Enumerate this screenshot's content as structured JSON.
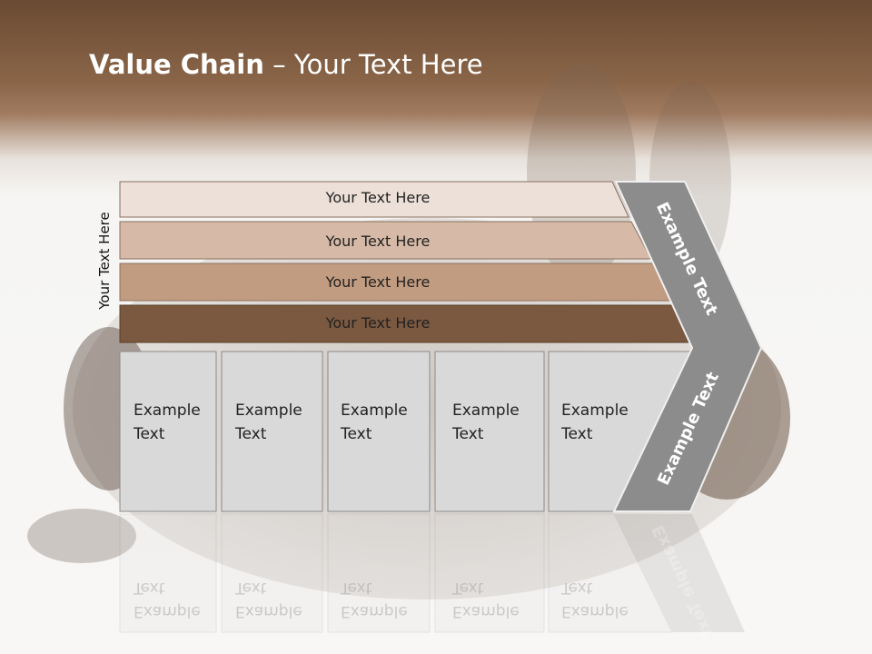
{
  "slide": {
    "title_bold": "Value Chain",
    "title_rest": " – Your Text Here",
    "vertical_label": "Your Text Here"
  },
  "bars": [
    {
      "label": "Your Text Here",
      "color": "#ece0d8"
    },
    {
      "label": "Your Text Here",
      "color": "#d6b9a6"
    },
    {
      "label": "Your Text Here",
      "color": "#c29c80"
    },
    {
      "label": "Your Text Here",
      "color": "#7b5840"
    }
  ],
  "cells": [
    {
      "line1": "Example",
      "line2": "Text"
    },
    {
      "line1": "Example",
      "line2": "Text"
    },
    {
      "line1": "Example",
      "line2": "Text"
    },
    {
      "line1": "Example",
      "line2": "Text"
    },
    {
      "line1": "Example",
      "line2": "Text"
    }
  ],
  "chevron": {
    "upper_text": "Example Text",
    "lower_text": "Example Text",
    "color": "#8c8c8c"
  }
}
